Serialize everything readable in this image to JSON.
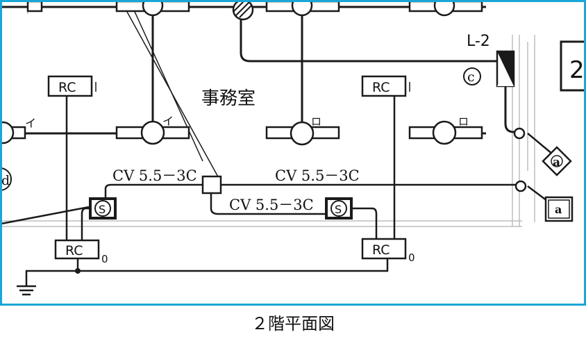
{
  "diagram": {
    "room_label": "事務室",
    "panel_label": "L-2",
    "panel_number": "2",
    "circuit_c": "c",
    "circuit_d": "d",
    "circuit_i": "イ",
    "circuit_ro": "ロ",
    "receptacle": "RC",
    "rc_tag": "0",
    "sensor": "S",
    "cable_top_left": "CV 5.5－3C",
    "cable_top_right": "CV 5.5－3C",
    "cable_lower": "CV 5.5－3C",
    "terminal_a_diamond": "a",
    "terminal_a_box": "a"
  },
  "caption": "２階平面図",
  "colors": {
    "frame": "#1aa6d8",
    "line": "#1a1a1a",
    "grid": "#bdbdbd"
  }
}
